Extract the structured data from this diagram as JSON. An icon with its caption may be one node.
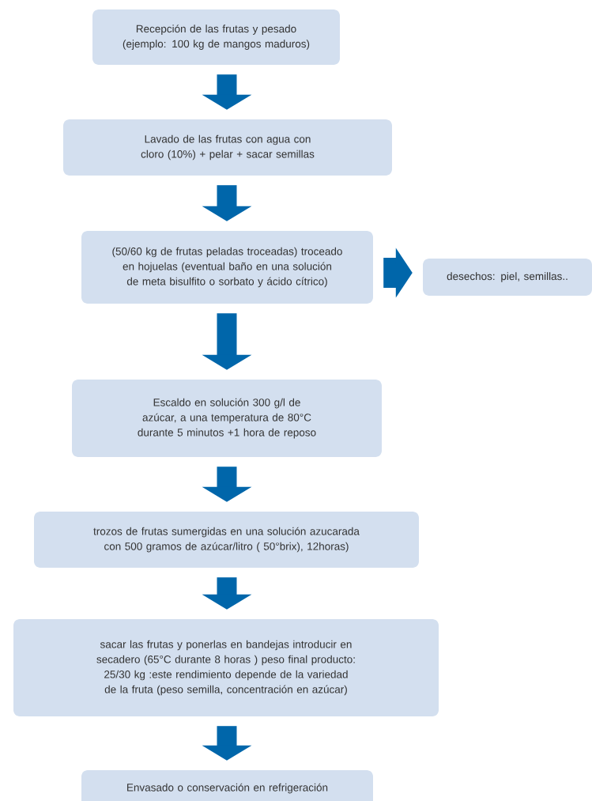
{
  "diagram": {
    "nodes": [
      {
        "text": [
          "Recepción de las frutas y pesado (ejemplo: 100 kg de mangos maduros)"
        ]
      },
      {
        "text": [
          "Lavado  de las frutas con agua con cloro (10%) + pelar + sacar semillas"
        ]
      },
      {
        "text": [
          "(50/60 kg de frutas peladas troceadas) troceado en hojuelas (eventual baño en una  solución de  meta bisulfito o sorbato y ácido cítrico)"
        ]
      },
      {
        "text": [
          "desechos: piel, semillas.."
        ]
      },
      {
        "text": [
          "Escaldo en solución 300 g/l de azúcar, a una temperatura de 80°C durante 5 minutos +1 hora de reposo"
        ]
      },
      {
        "text": [
          "trozos de frutas sumergidas en una solución azucarada con 500 gramos de azúcar/litro ( 50°brix), 12horas)"
        ]
      },
      {
        "text": [
          "sacar las frutas y ponerlas en bandejas introducir en secadero  (65°C durante 8 horas ) peso final producto: 25/30 kg :este rendimiento depende de la variedad de la fruta (peso semilla, concentración en azúcar)"
        ]
      },
      {
        "text": [
          "Envasado o conservación en refrigeración"
        ]
      }
    ],
    "edges": [
      {
        "from": 0,
        "to": 1,
        "arrow": "to"
      },
      {
        "from": 1,
        "to": 2,
        "arrow": "to"
      },
      {
        "from": 2,
        "to": 3,
        "arrow": "to"
      },
      {
        "from": 2,
        "to": 4,
        "arrow": "to"
      },
      {
        "from": 4,
        "to": 5,
        "arrow": "to"
      },
      {
        "from": 5,
        "to": 6,
        "arrow": "to"
      },
      {
        "from": 6,
        "to": 7,
        "arrow": "to"
      }
    ]
  }
}
